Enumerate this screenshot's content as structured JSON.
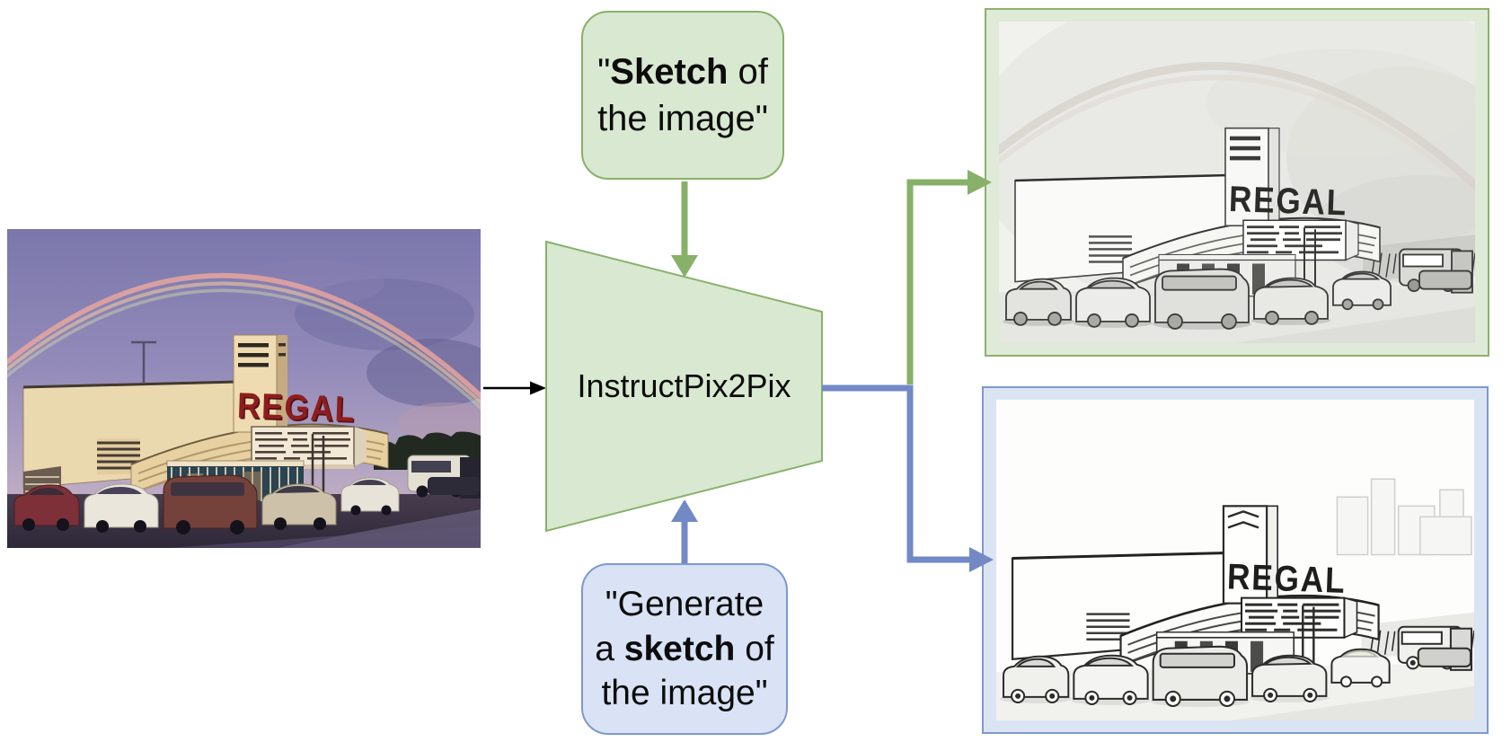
{
  "figure": {
    "model": {
      "label": "InstructPix2Pix"
    },
    "instructions": {
      "sketch": {
        "segments": [
          {
            "text": "\"",
            "bold": false
          },
          {
            "text": "Sketch",
            "bold": true
          },
          {
            "text": " of the image\"",
            "bold": false
          }
        ]
      },
      "generate": {
        "segments": [
          {
            "text": "\"Generate a ",
            "bold": false
          },
          {
            "text": "sketch",
            "bold": true
          },
          {
            "text": " of the image\"",
            "bold": false
          }
        ]
      }
    },
    "images": {
      "input": {
        "description": "Photograph of a Regal cinema at sunset with a rainbow arching over the building and cars parked in front",
        "sign_text": "REGAL"
      },
      "output_top": {
        "description": "Pencil sketch of the Regal cinema with a faint rainbow, in a green frame",
        "sign_text": "REGAL"
      },
      "output_bottom": {
        "description": "Clean line-art sketch of the Regal cinema, in a blue frame",
        "sign_text": "REGAL"
      }
    },
    "colors": {
      "green_fill": "#d9e8d1",
      "green_stroke": "#87b168",
      "green_frame_fill": "#dfead8",
      "blue_fill": "#d9e3f5",
      "blue_stroke": "#7d99ce",
      "blue_frame_fill": "#dbe4f3",
      "arrow_black": "#000000"
    }
  }
}
